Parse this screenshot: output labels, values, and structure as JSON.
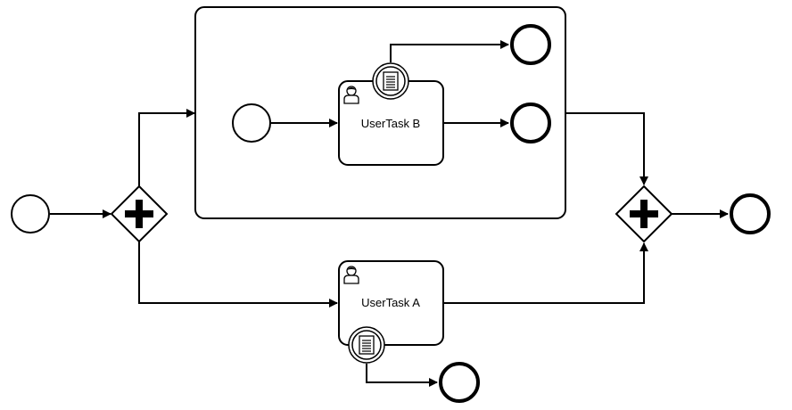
{
  "diagram": {
    "type": "bpmn-process",
    "tasks": {
      "task_b": {
        "label": "UserTask B",
        "kind": "user-task"
      },
      "task_a": {
        "label": "UserTask A",
        "kind": "user-task"
      }
    },
    "gateways": [
      "parallel-split",
      "parallel-join"
    ],
    "boundary_events": [
      "conditional-boundary-on-task-b",
      "conditional-boundary-on-task-a"
    ],
    "events": [
      "start",
      "subprocess-start",
      "subprocess-end-1",
      "subprocess-end-2",
      "task-a-boundary-end",
      "end"
    ]
  },
  "colors": {
    "stroke": "#000000",
    "fill": "#ffffff"
  }
}
